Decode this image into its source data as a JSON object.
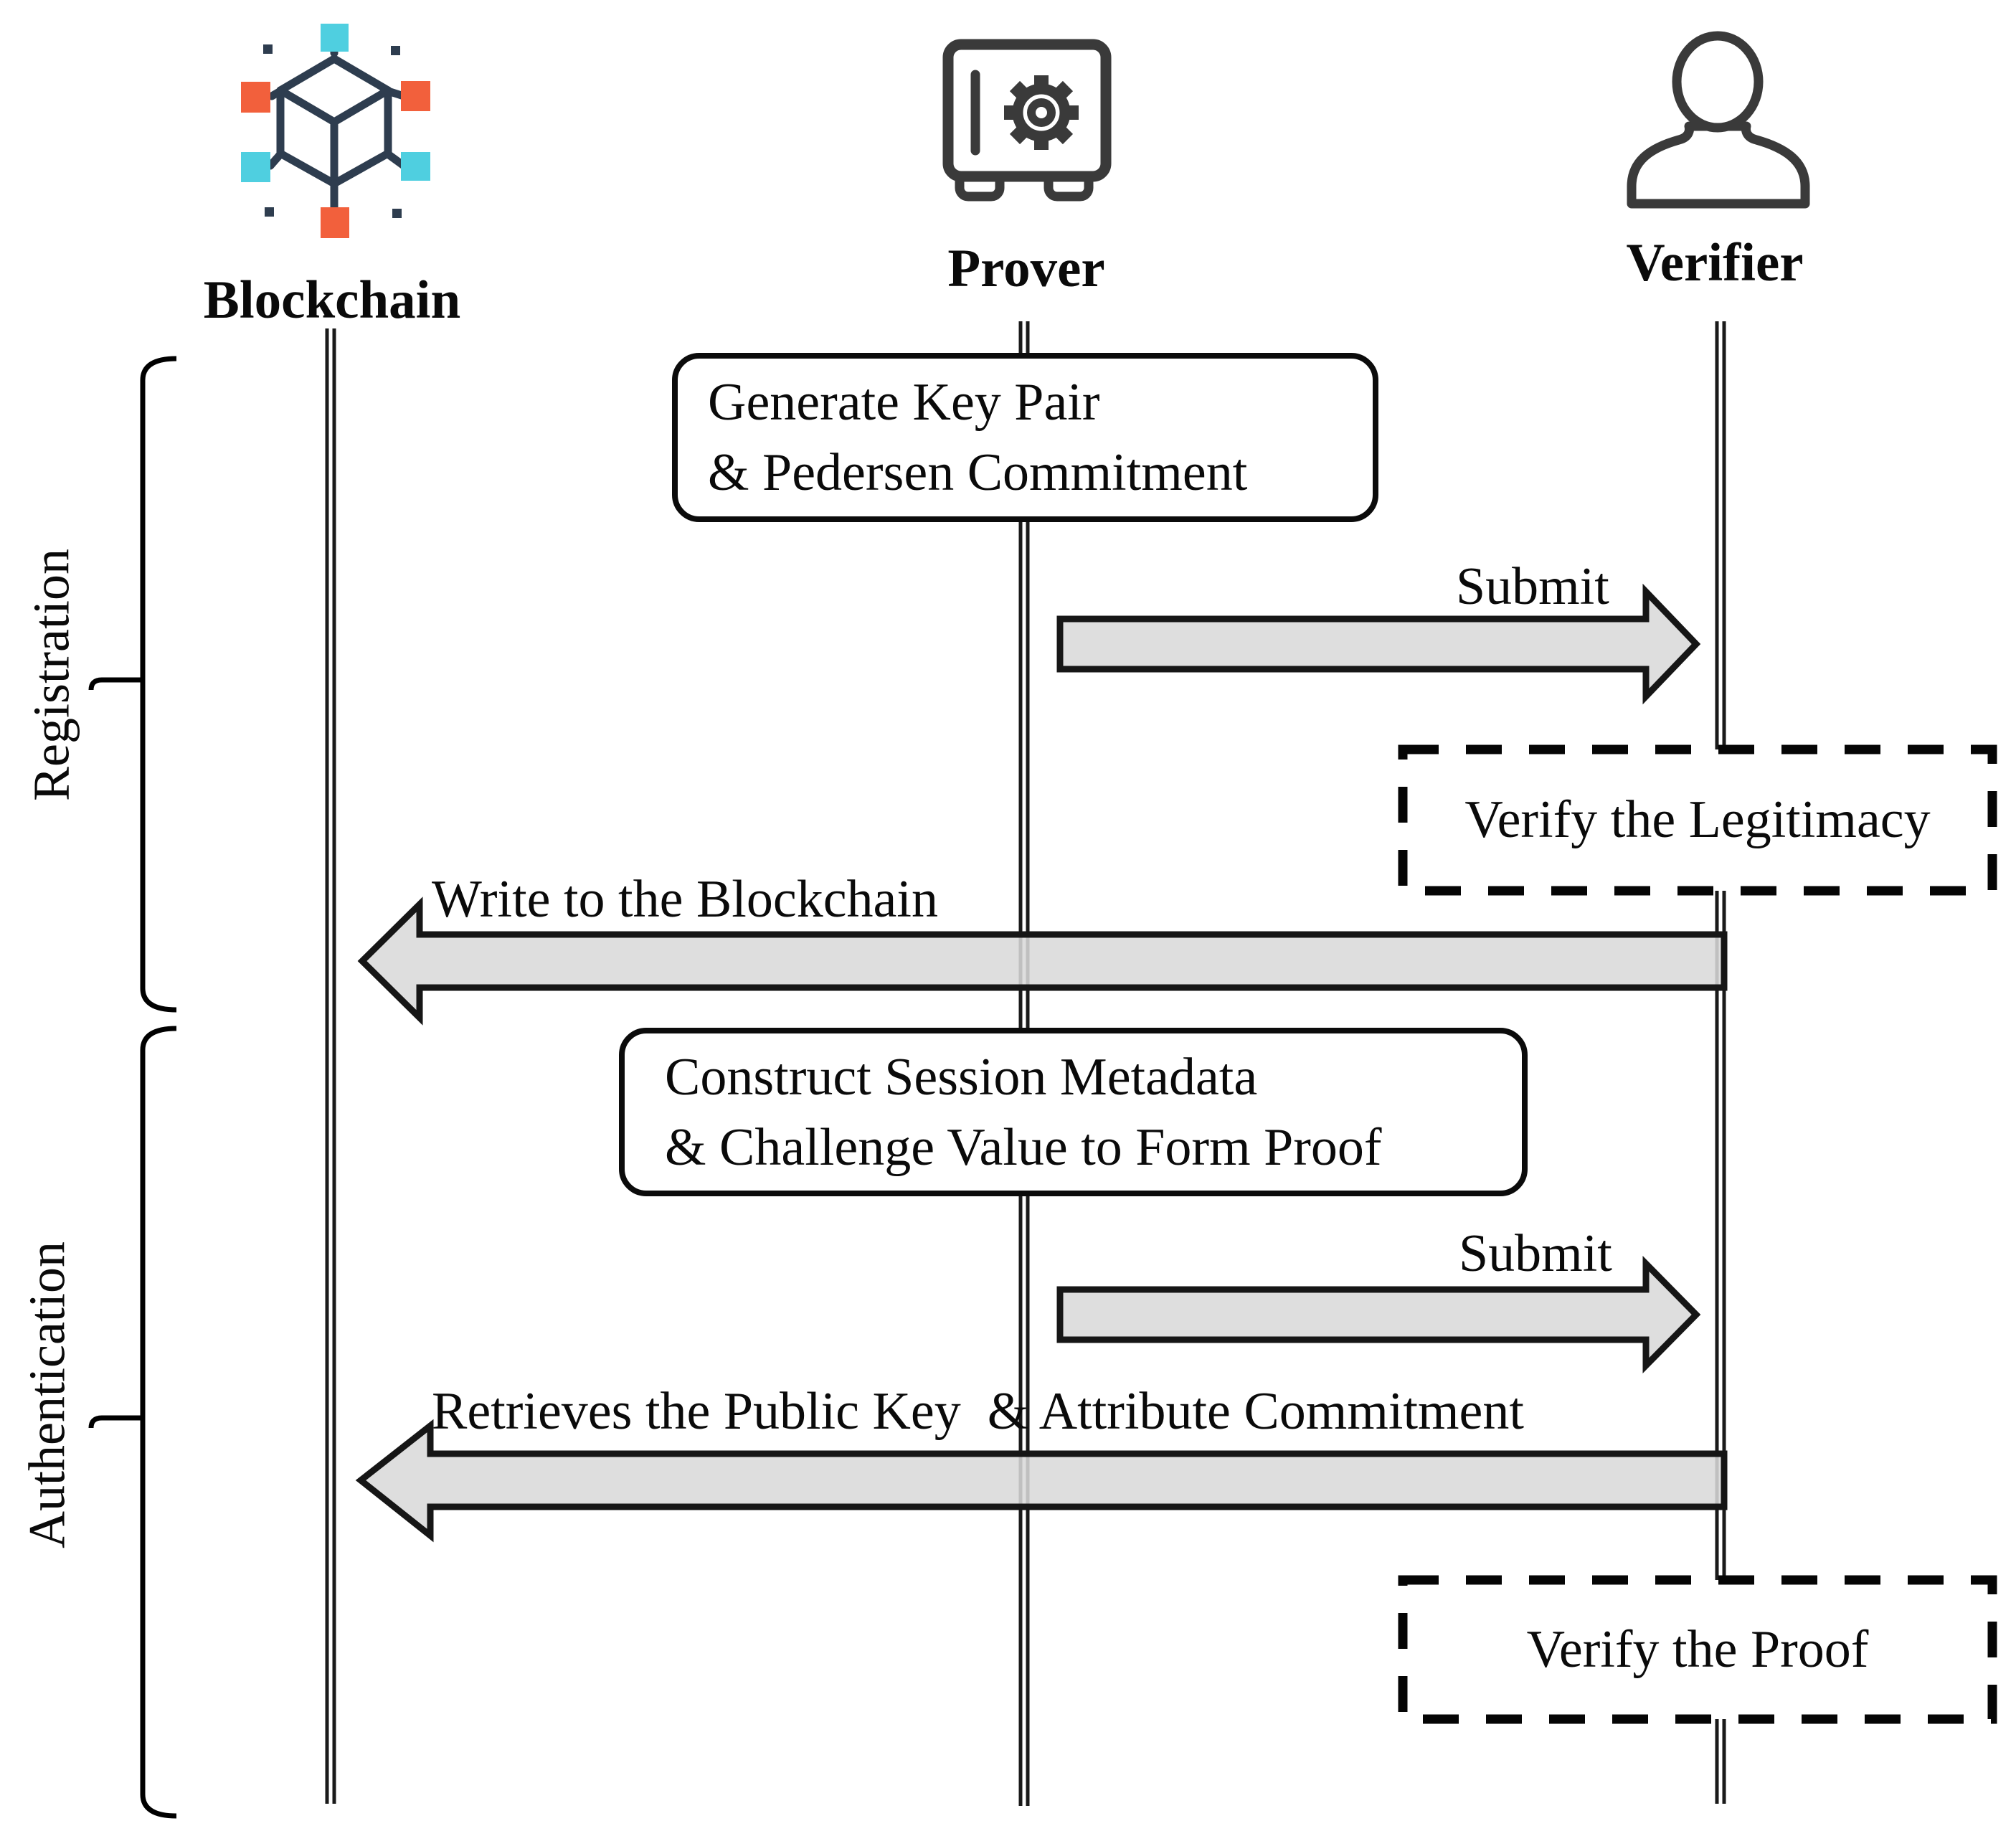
{
  "figure": {
    "type": "sequence-diagram",
    "actors": [
      {
        "id": "blockchain",
        "label": "Blockchain",
        "icon": "blockchain-network-cube-icon"
      },
      {
        "id": "prover",
        "label": "Prover",
        "icon": "safe-with-gear-icon"
      },
      {
        "id": "verifier",
        "label": "Verifier",
        "icon": "person-silhouette-icon"
      }
    ],
    "phases": [
      {
        "id": "registration",
        "label": "Registration"
      },
      {
        "id": "authentication",
        "label": "Authentication"
      }
    ],
    "process_boxes": [
      {
        "id": "generate_keypair",
        "actor": "prover",
        "phase": "registration",
        "border": "solid",
        "lines": [
          "Generate Key Pair",
          "& Pedersen Commitment"
        ]
      },
      {
        "id": "verify_legitimacy",
        "actor": "verifier",
        "phase": "registration",
        "border": "dashed",
        "lines": [
          "Verify the Legitimacy"
        ]
      },
      {
        "id": "construct_proof",
        "actor": "prover",
        "phase": "authentication",
        "border": "solid",
        "lines": [
          "Construct Session Metadata",
          "& Challenge Value to Form Proof"
        ]
      },
      {
        "id": "verify_proof",
        "actor": "verifier",
        "phase": "authentication",
        "border": "dashed",
        "lines": [
          "Verify the Proof"
        ]
      }
    ],
    "messages": [
      {
        "id": "submit_registration",
        "label": "Submit",
        "from": "Prover",
        "to": "Verifier",
        "direction": "right",
        "phase": "registration"
      },
      {
        "id": "write_blockchain",
        "label": "Write to the Blockchain",
        "from": "Verifier",
        "to": "Blockchain",
        "direction": "left",
        "phase": "registration"
      },
      {
        "id": "submit_proof",
        "label": "Submit",
        "from": "Prover",
        "to": "Verifier",
        "direction": "right",
        "phase": "authentication"
      },
      {
        "id": "retrieve_key",
        "label": "Retrieves the Public Key  & Attribute Commitment",
        "from": "Verifier",
        "to": "Blockchain",
        "direction": "left",
        "phase": "authentication"
      }
    ],
    "colors": {
      "background": "#ffffff",
      "line": "#0a0a0a",
      "arrow_fill": "#d9d9d9",
      "icon_stroke": "#3a3a3a",
      "cube_stroke": "#2e3d4f",
      "node_cyan": "#4fcfe0",
      "node_orange": "#f2603c"
    }
  }
}
